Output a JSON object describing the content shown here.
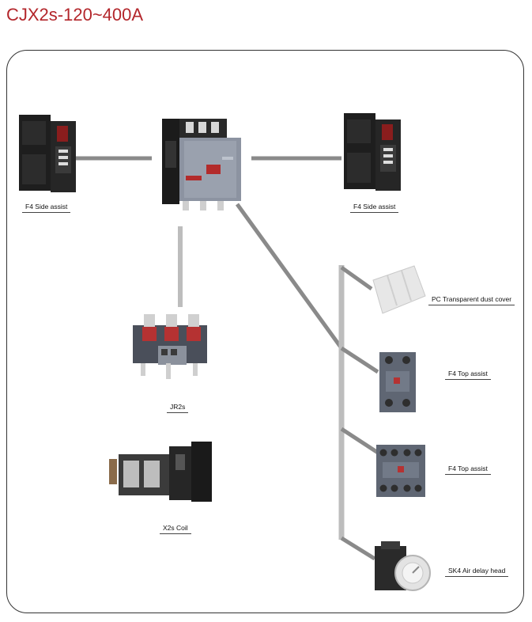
{
  "page": {
    "title": "CJX2s-120~400A"
  },
  "diagram": {
    "main_unit": {
      "icon": "contactor-icon"
    },
    "components": [
      {
        "id": "side-left",
        "label": "F4 Side assist",
        "icon": "side-auxiliary-contact-icon"
      },
      {
        "id": "side-right",
        "label": "F4 Side assist",
        "icon": "side-auxiliary-contact-icon"
      },
      {
        "id": "relay",
        "label": "JR2s",
        "icon": "thermal-relay-icon"
      },
      {
        "id": "coil",
        "label": "X2s Coil",
        "icon": "coil-icon"
      },
      {
        "id": "cover",
        "label": "PC Transparent dust cover",
        "icon": "dust-cover-icon"
      },
      {
        "id": "top1",
        "label": "F4 Top assist",
        "icon": "top-auxiliary-contact-2-icon"
      },
      {
        "id": "top2",
        "label": "F4 Top assist",
        "icon": "top-auxiliary-contact-4-icon"
      },
      {
        "id": "delay",
        "label": "SK4 Air delay head",
        "icon": "air-delay-head-icon"
      }
    ],
    "colors": {
      "title": "#b3262b",
      "connector_dark": "#8a8a8a",
      "connector_light": "#bdbdbd"
    }
  }
}
